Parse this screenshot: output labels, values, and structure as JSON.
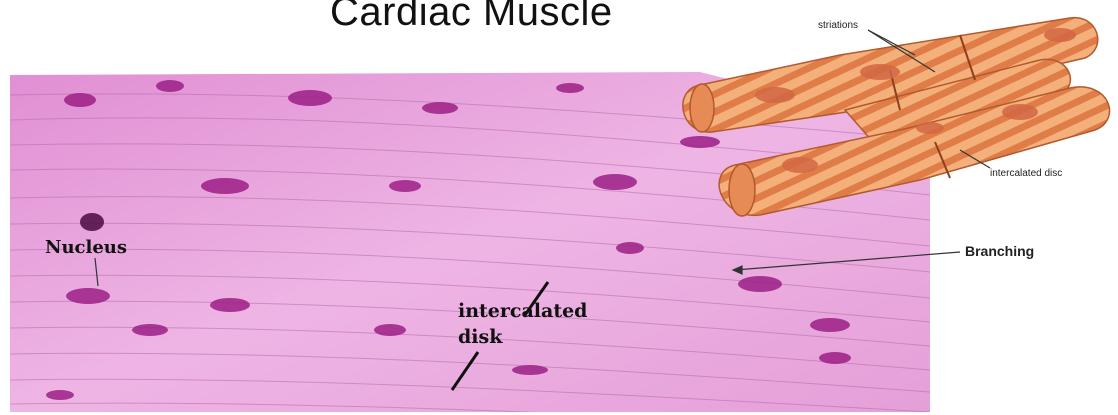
{
  "title": "Cardiac Muscle",
  "labels": {
    "striations": "striations",
    "intercalated_disc": "intercalated disc",
    "branching": "Branching",
    "nucleus": "Nucleus",
    "intercalated_disk_line1": "intercalated",
    "intercalated_disk_line2": "disk"
  },
  "colors": {
    "tissue": "#e9a6dc",
    "nucleus": "#9c1f86",
    "fiber": "#f1a26a",
    "fiber_band": "#e57b45"
  }
}
